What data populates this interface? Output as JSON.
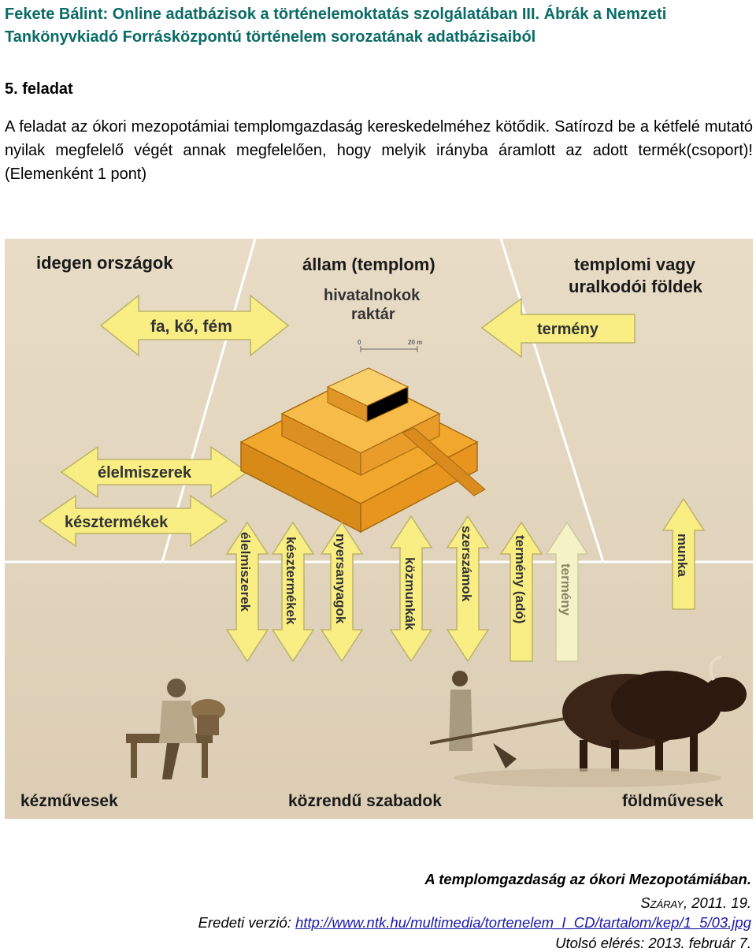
{
  "header": {
    "title": "Fekete Bálint: Online adatbázisok a történelemoktatás szolgálatában III. Ábrák a Nemzeti Tankönyvkiadó Forrásközpontú történelem sorozatának adatbázisaiból"
  },
  "task": {
    "heading": "5. feladat",
    "text": "A feladat az ókori mezopotámiai templomgazdaság kereskedelméhez kötődik. Satírozd be a kétfelé mutató nyilak megfelelő végét annak megfelelően, hogy melyik irányba áramlott az adott termék(csoport)! (Elemenként 1 pont)"
  },
  "figure": {
    "regions": {
      "foreign": "idegen országok",
      "state": "állam (templom)",
      "officials": "hivatalnokok",
      "storehouse": "raktár",
      "lands_line1": "templomi vagy",
      "lands_line2": "uralkodói földek",
      "artisans": "kézművesek",
      "commoners": "közrendű szabadok",
      "farmers": "földművesek"
    },
    "arrows": {
      "fa_ko_fem": "fa, kő, fém",
      "termeny_top": "termény",
      "elelmiszerek_h": "élelmiszerek",
      "keszterm_h": "késztermékek",
      "v1": "élelmiszerek",
      "v2": "késztermékek",
      "v3": "nyersanyagok",
      "v4": "közmunkák",
      "v5": "szerszámok",
      "v6": "termény (adó)",
      "v7": "termény",
      "v8": "munka"
    },
    "scale": {
      "zero": "0",
      "end": "20 m"
    }
  },
  "caption": {
    "title": "A templomgazdaság az ókori Mezopotámiában.",
    "source_author": "Száray",
    "source_rest": ", 2011. 19.",
    "orig_label": "Eredeti verzió: ",
    "orig_url": "http://www.ntk.hu/multimedia/tortenelem_I_CD/tartalom/kep/1_5/03.jpg",
    "accessed": "Utolsó elérés: 2013. február 7."
  },
  "colors": {
    "header": "#0a6b67",
    "panel_bg": "#e2d4bd",
    "arrow_fill": "#f8ee84",
    "arrow_light": "#f6f2c8",
    "ziggurat": "#f2a82c"
  }
}
